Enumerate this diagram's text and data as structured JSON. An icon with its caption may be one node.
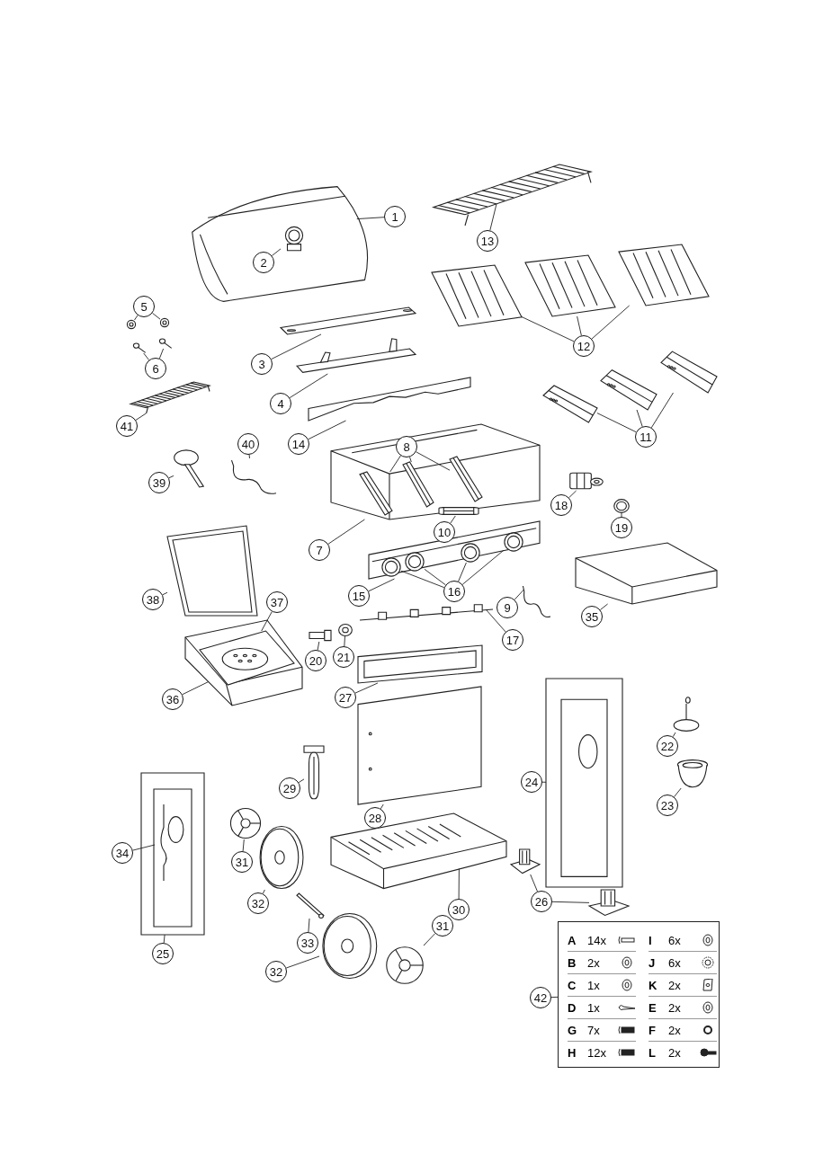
{
  "diagram": {
    "nodes": [
      {
        "text": [
          "1"
        ]
      },
      {
        "text": [],
        "shape": "picture"
      },
      {
        "text": [
          "2"
        ],
        "in": 1
      },
      {
        "text": [],
        "shape": "picture",
        "in": 1
      },
      {
        "text": [
          "13"
        ]
      },
      {
        "text": [],
        "shape": "picture"
      },
      {
        "text": [
          "5"
        ]
      },
      {
        "text": [],
        "shape": "picture"
      },
      {
        "text": [],
        "shape": "picture"
      },
      {
        "text": [
          "12"
        ]
      },
      {
        "text": [],
        "shape": "picture"
      },
      {
        "text": [],
        "shape": "picture"
      },
      {
        "text": [],
        "shape": "picture"
      },
      {
        "text": [
          "6"
        ]
      },
      {
        "text": [],
        "shape": "picture"
      },
      {
        "text": [],
        "shape": "picture"
      },
      {
        "text": [
          "3"
        ]
      },
      {
        "text": [],
        "shape": "picture"
      },
      {
        "text": [
          "4"
        ]
      },
      {
        "text": [],
        "shape": "picture"
      },
      {
        "text": [
          "41"
        ]
      },
      {
        "text": [],
        "shape": "picture"
      },
      {
        "text": [
          "14"
        ]
      },
      {
        "text": [],
        "shape": "picture"
      },
      {
        "text": [
          "11"
        ]
      },
      {
        "text": [],
        "shape": "picture"
      },
      {
        "text": [],
        "shape": "picture"
      },
      {
        "text": [],
        "shape": "picture"
      },
      {
        "text": [
          "40"
        ]
      },
      {
        "text": [],
        "shape": "picture"
      },
      {
        "text": [
          "39"
        ]
      },
      {
        "text": [],
        "shape": "picture"
      },
      {
        "text": [
          "7"
        ]
      },
      {
        "text": [],
        "shape": "picture"
      },
      {
        "text": [
          "8"
        ],
        "in": 33
      },
      {
        "text": [],
        "shape": "picture",
        "in": 33
      },
      {
        "text": [],
        "shape": "picture",
        "in": 33
      },
      {
        "text": [],
        "shape": "picture",
        "in": 33
      },
      {
        "text": [
          "18"
        ]
      },
      {
        "text": [],
        "shape": "picture"
      },
      {
        "text": [
          "19"
        ]
      },
      {
        "text": [],
        "shape": "picture"
      },
      {
        "text": [
          "15"
        ]
      },
      {
        "text": [],
        "shape": "picture"
      },
      {
        "text": [
          "10"
        ],
        "in": 43
      },
      {
        "text": [],
        "shape": "picture",
        "in": 33
      },
      {
        "text": [
          "16"
        ]
      },
      {
        "text": [],
        "shape": "picture",
        "in": 43
      },
      {
        "text": [],
        "shape": "picture",
        "in": 43
      },
      {
        "text": [],
        "shape": "picture",
        "in": 43
      },
      {
        "text": [],
        "shape": "picture",
        "in": 43
      },
      {
        "text": [
          "38"
        ]
      },
      {
        "text": [],
        "shape": "picture"
      },
      {
        "text": [
          "36"
        ]
      },
      {
        "text": [],
        "shape": "picture"
      },
      {
        "text": [
          "37"
        ]
      },
      {
        "text": [],
        "shape": "picture",
        "in": 54
      },
      {
        "text": [
          "9"
        ]
      },
      {
        "text": [],
        "shape": "picture"
      },
      {
        "text": [
          "35"
        ]
      },
      {
        "text": [],
        "shape": "picture"
      },
      {
        "text": [
          "17"
        ]
      },
      {
        "text": [],
        "shape": "picture"
      },
      {
        "text": [
          "20"
        ]
      },
      {
        "text": [],
        "shape": "picture"
      },
      {
        "text": [
          "21"
        ]
      },
      {
        "text": [],
        "shape": "picture"
      },
      {
        "text": [
          "27"
        ]
      },
      {
        "text": [],
        "shape": "picture"
      },
      {
        "text": [
          "22"
        ]
      },
      {
        "text": [],
        "shape": "picture"
      },
      {
        "text": [
          "24"
        ]
      },
      {
        "text": [],
        "shape": "picture"
      },
      {
        "text": [
          "29"
        ]
      },
      {
        "text": [],
        "shape": "picture"
      },
      {
        "text": [
          "28"
        ]
      },
      {
        "text": [],
        "shape": "picture"
      },
      {
        "text": [
          "23"
        ]
      },
      {
        "text": [],
        "shape": "picture"
      },
      {
        "text": [
          "25"
        ]
      },
      {
        "text": [],
        "shape": "picture"
      },
      {
        "text": [
          "34"
        ]
      },
      {
        "text": [],
        "shape": "picture",
        "in": 80
      },
      {
        "text": [
          "31"
        ]
      },
      {
        "text": [],
        "shape": "picture"
      },
      {
        "text": [
          "32"
        ]
      },
      {
        "text": [],
        "shape": "picture"
      },
      {
        "text": [
          "30"
        ]
      },
      {
        "text": [],
        "shape": "picture"
      },
      {
        "text": [
          "26"
        ]
      },
      {
        "text": [],
        "shape": "picture"
      },
      {
        "text": [],
        "shape": "picture"
      },
      {
        "text": [
          "33"
        ]
      },
      {
        "text": [],
        "shape": "picture"
      },
      {
        "text": [
          "42"
        ]
      },
      {
        "text": [
          "A",
          "14x",
          "I",
          "6x",
          "B",
          "2x",
          "J",
          "6x",
          "C",
          "1x",
          "K",
          "2x",
          "D",
          "1x",
          "E",
          "2x",
          "G",
          "7x",
          "F",
          "2x",
          "H",
          "12x",
          "L",
          "2x"
        ]
      },
      {
        "text": [
          "32"
        ]
      },
      {
        "text": [],
        "shape": "picture"
      },
      {
        "text": [
          "31"
        ]
      },
      {
        "text": [],
        "shape": "picture"
      }
    ],
    "edges": [
      {
        "from": 0,
        "to": 1,
        "arrow": "none"
      },
      {
        "from": 2,
        "to": 3,
        "arrow": "none"
      },
      {
        "from": 4,
        "to": 5,
        "arrow": "none"
      },
      {
        "from": 6,
        "to": 7,
        "arrow": "none"
      },
      {
        "from": 6,
        "to": 8,
        "arrow": "none"
      },
      {
        "from": 9,
        "to": 10,
        "arrow": "none"
      },
      {
        "from": 9,
        "to": 11,
        "arrow": "none"
      },
      {
        "from": 9,
        "to": 12,
        "arrow": "none"
      },
      {
        "from": 13,
        "to": 14,
        "arrow": "none"
      },
      {
        "from": 13,
        "to": 15,
        "arrow": "none"
      },
      {
        "from": 16,
        "to": 17,
        "arrow": "none"
      },
      {
        "from": 18,
        "to": 19,
        "arrow": "none"
      },
      {
        "from": 20,
        "to": 21,
        "arrow": "none"
      },
      {
        "from": 22,
        "to": 23,
        "arrow": "none"
      },
      {
        "from": 24,
        "to": 25,
        "arrow": "none"
      },
      {
        "from": 24,
        "to": 26,
        "arrow": "none"
      },
      {
        "from": 24,
        "to": 27,
        "arrow": "none"
      },
      {
        "from": 28,
        "to": 29,
        "arrow": "none"
      },
      {
        "from": 30,
        "to": 31,
        "arrow": "none"
      },
      {
        "from": 32,
        "to": 33,
        "arrow": "none"
      },
      {
        "from": 34,
        "to": 35,
        "arrow": "none"
      },
      {
        "from": 34,
        "to": 36,
        "arrow": "none"
      },
      {
        "from": 34,
        "to": 37,
        "arrow": "none"
      },
      {
        "from": 38,
        "to": 39,
        "arrow": "none"
      },
      {
        "from": 40,
        "to": 41,
        "arrow": "none"
      },
      {
        "from": 42,
        "to": 43,
        "arrow": "none"
      },
      {
        "from": 44,
        "to": 45,
        "arrow": "none"
      },
      {
        "from": 46,
        "to": 47,
        "arrow": "none"
      },
      {
        "from": 46,
        "to": 48,
        "arrow": "none"
      },
      {
        "from": 46,
        "to": 49,
        "arrow": "none"
      },
      {
        "from": 46,
        "to": 50,
        "arrow": "none"
      },
      {
        "from": 51,
        "to": 52,
        "arrow": "none"
      },
      {
        "from": 53,
        "to": 54,
        "arrow": "none"
      },
      {
        "from": 55,
        "to": 56,
        "arrow": "none"
      },
      {
        "from": 57,
        "to": 58,
        "arrow": "none"
      },
      {
        "from": 59,
        "to": 60,
        "arrow": "none"
      },
      {
        "from": 61,
        "to": 62,
        "arrow": "none"
      },
      {
        "from": 63,
        "to": 64,
        "arrow": "none"
      },
      {
        "from": 65,
        "to": 66,
        "arrow": "none"
      },
      {
        "from": 67,
        "to": 68,
        "arrow": "none"
      },
      {
        "from": 69,
        "to": 70,
        "arrow": "none"
      },
      {
        "from": 71,
        "to": 72,
        "arrow": "none"
      },
      {
        "from": 73,
        "to": 74,
        "arrow": "none"
      },
      {
        "from": 75,
        "to": 76,
        "arrow": "none"
      },
      {
        "from": 77,
        "to": 78,
        "arrow": "none"
      },
      {
        "from": 79,
        "to": 80,
        "arrow": "none"
      },
      {
        "from": 81,
        "to": 82,
        "arrow": "none"
      },
      {
        "from": 83,
        "to": 84,
        "arrow": "none"
      },
      {
        "from": 85,
        "to": 86,
        "arrow": "none"
      },
      {
        "from": 87,
        "to": 88,
        "arrow": "none"
      },
      {
        "from": 89,
        "to": 90,
        "arrow": "none"
      },
      {
        "from": 89,
        "to": 91,
        "arrow": "none"
      },
      {
        "from": 92,
        "to": 93,
        "arrow": "none"
      },
      {
        "from": 94,
        "to": 95,
        "arrow": "none"
      },
      {
        "from": 96,
        "to": 97,
        "arrow": "none"
      },
      {
        "from": 98,
        "to": 99,
        "arrow": "none"
      }
    ]
  }
}
